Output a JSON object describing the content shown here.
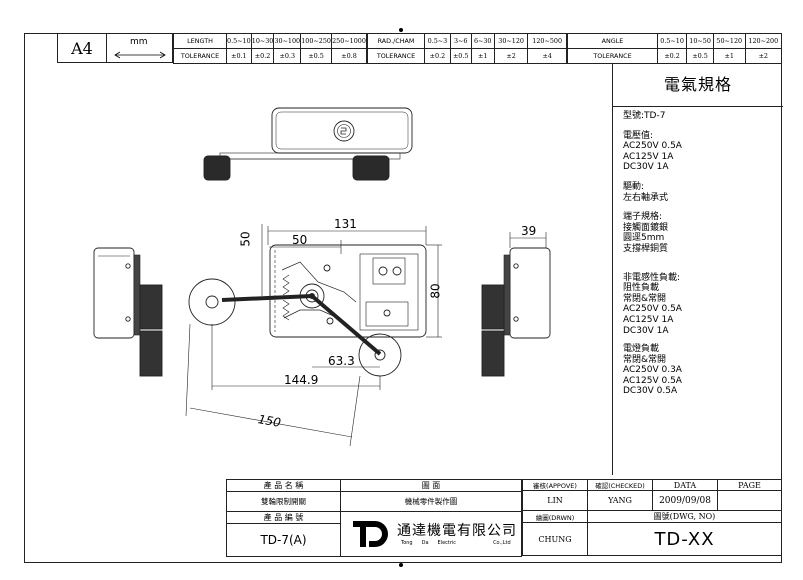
{
  "header": {
    "paper_size": "A4",
    "unit": "mm",
    "length_label": "LENGTH",
    "tolerance_label": "TOLERANCE",
    "length_ranges": [
      "0.5~10",
      "10~30",
      "30~100",
      "100~250",
      "250~1000"
    ],
    "length_tolerances": [
      "±0.1",
      "±0.2",
      "±0.3",
      "±0.5",
      "±0.8"
    ],
    "radcham_label": "RAD./CHAM",
    "radcham_ranges": [
      "0.5~3",
      "3~6",
      "6~30",
      "30~120",
      "120~500"
    ],
    "radcham_tolerances": [
      "±0.2",
      "±0.5",
      "±1",
      "±2",
      "±4"
    ],
    "angle_label": "ANGLE",
    "angle_ranges": [
      "0.5~10",
      "10~50",
      "50~120",
      "120~200"
    ],
    "angle_tolerances": [
      "±0.2",
      "±0.5",
      "±1",
      "±2"
    ]
  },
  "spec": {
    "title": "電氣規格",
    "model": "型號:TD-7",
    "voltage_title": "電壓值:",
    "voltage_lines": [
      "AC250V  0.5A",
      "AC125V  1A",
      "DC30V   1A"
    ],
    "drive_title": "驅動:",
    "drive_value": "左右軸承式",
    "terminal_title": "端子規格:",
    "terminal_lines": [
      "接觸面鍍銀",
      "圓逕5mm",
      "支撐桿銅質"
    ],
    "nonind_title": "非電感性負載:",
    "resistive_title": "阻性負載",
    "resistive_sub": "常閉&常開",
    "resistive_lines": [
      "AC250V  0.5A",
      "AC125V  1A",
      "DC30V   1A"
    ],
    "lamp_title": "電燈負載",
    "lamp_sub": "常閉&常開",
    "lamp_lines": [
      "AC250V  0.3A",
      "AC125V  0.5A",
      "DC30V   0.5A"
    ]
  },
  "dimensions": {
    "d131": "131",
    "d50v": "50",
    "d50h": "50",
    "d39": "39",
    "d80": "80",
    "d63": "63.3",
    "d144": "144.9",
    "d150": "150"
  },
  "title_block": {
    "product_name_label": "產 品 名 稱",
    "product_name": "雙輪限制開關",
    "drawing_label": "圖       面",
    "drawing_value": "機械零件製作圖",
    "product_no_label": "產 品 編 號",
    "product_no": "TD-7(A)",
    "approve_label": "審核(APPOVE)",
    "approver": "LIN",
    "checked_label": "確認(CHECKED)",
    "checker": "YANG",
    "date_label": "DATA",
    "date": "2009/09/08",
    "page_label": "PAGE",
    "drawn_label": "繪圖(DRWN)",
    "drawer": "CHUNG",
    "dwg_label": "圖號(DWG, NO)",
    "dwg_no": "TD-XX",
    "company": "通達機電有限公司",
    "company_en_1": "Tong",
    "company_en_2": "Da",
    "company_en_3": "Electric",
    "company_en_4": "Co.,Ltd"
  }
}
